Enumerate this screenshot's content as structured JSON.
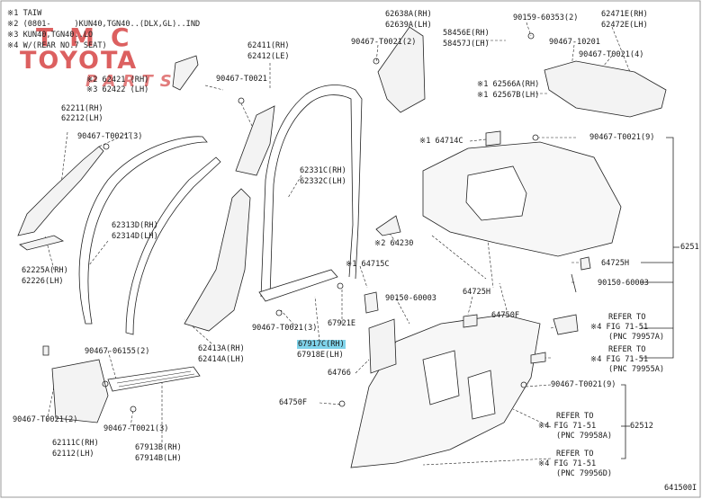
{
  "legend": [
    {
      "mark": "※1",
      "text": "TAIW"
    },
    {
      "mark": "※2",
      "text": "(0801-     )KUN40,TGN40..(DLX,GL)..IND"
    },
    {
      "mark": "※3",
      "text": "KUN40,TGN40..LO"
    },
    {
      "mark": "※4",
      "text": "W/(REAR NO.7 SEAT)"
    }
  ],
  "watermark": {
    "line1": "TMC",
    "line2": "TOYOTA",
    "line3": "PARTS",
    "color": "#d64545"
  },
  "highlight_color": "#7fd3ea",
  "labels": {
    "p62421": "※2 62421 (RH)",
    "p62422": "※3 62422 (LH)",
    "p62211": "62211(RH)",
    "p62212": "62212(LH)",
    "c90467_3a": "90467-T0021(3)",
    "p62313": "62313D(RH)",
    "p62314": "62314D(LH)",
    "p62225": "62225A(RH)",
    "p62226": "62226(LH)",
    "c90467_06155": "90467-06155(2)",
    "c90467_2": "90467-T0021(2)",
    "p62111": "62111C(RH)",
    "p62112": "62112(LH)",
    "c90467_3b": "90467-T0021(3)",
    "p67913": "67913B(RH)",
    "p67914": "67914B(LH)",
    "p62411": "62411(RH)",
    "p62412": "62412(LE)",
    "c90467_t0021": "90467-T0021",
    "p62331": "62331C(RH)",
    "p62332": "62332C(LH)",
    "p62413": "62413A(RH)",
    "p62414": "62414A(LH)",
    "c90467_3c": "90467-T0021(3)",
    "p67917": "67917C(RH)",
    "p67918": "67918E(LH)",
    "p67921": "67921E",
    "p62638": "62638A(RH)",
    "p62639": "62639A(LH)",
    "c90467_2b": "90467-T0021(2)",
    "p58456": "58456E(RH)",
    "p58457": "58457J(LH)",
    "c90159": "90159-60353(2)",
    "c90467_10201": "90467-10201",
    "p62471": "62471E(RH)",
    "p62472": "62472E(LH)",
    "c90467_4": "90467-T0021(4)",
    "p62566": "※1 62566A(RH)",
    "p62567": "※1 62567B(LH)",
    "p64714": "※1 64714C",
    "c90467_9a": "90467-T0021(9)",
    "p64230": "※2 64230",
    "p64715": "※1 64715C",
    "c90150_a": "90150-60003",
    "p64725_a": "64725H",
    "p64750_a": "64750F",
    "p64725_b": "64725H",
    "c90150_b": "90150-60003",
    "p64766": "64766",
    "p64750_b": "64750F",
    "c90467_9b": "90467-T0021(9)",
    "p6251": "6251",
    "p62512": "62512",
    "ref1a": "REFER TO",
    "ref1b": "※4 FIG 71-51",
    "ref1c": "(PNC 79957A)",
    "ref2a": "REFER TO",
    "ref2b": "※4 FIG 71-51",
    "ref2c": "(PNC 79955A)",
    "ref3a": "REFER TO",
    "ref3b": "※4 FIG 71-51",
    "ref3c": "(PNC 79958A)",
    "ref4a": "REFER TO",
    "ref4b": "※4 FIG 71-51",
    "ref4c": "(PNC 79956D)",
    "figcode": "641500I"
  }
}
